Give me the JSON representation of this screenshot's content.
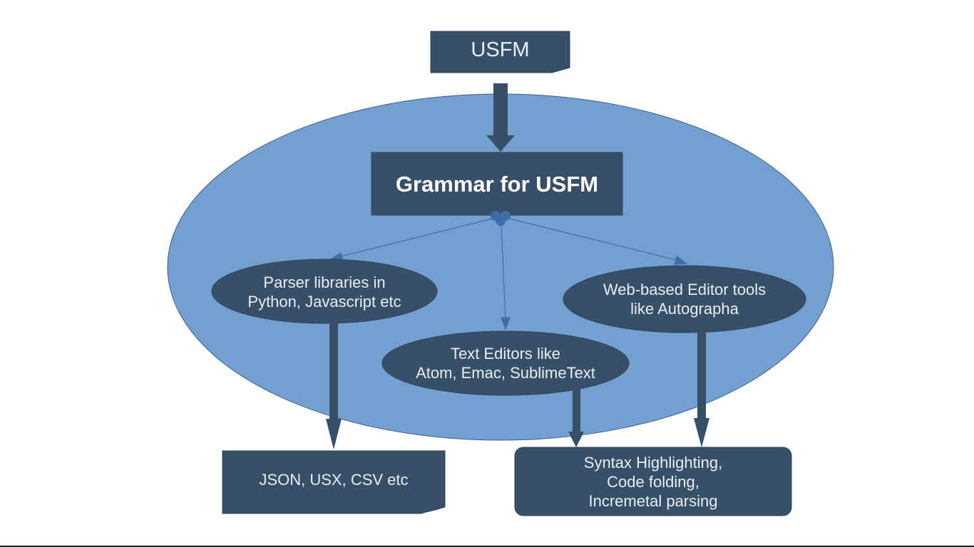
{
  "colors": {
    "box": "#375068",
    "ellipse": "#739fd1",
    "ellipse_border": "#3b5f8e",
    "arrow": "#375068",
    "connector": "#3e6ea8"
  },
  "nodes": {
    "usfm": "USFM",
    "grammar": "Grammar for USFM",
    "parser": "Parser libraries in\nPython, Javascript etc",
    "text_editors": "Text Editors like\nAtom, Emac, SublimeText",
    "web_editor": "Web-based Editor tools\nlike Autographa",
    "json": "JSON, USX, CSV etc",
    "syntax": "Syntax Highlighting,\nCode folding,\nIncremetal parsing"
  }
}
